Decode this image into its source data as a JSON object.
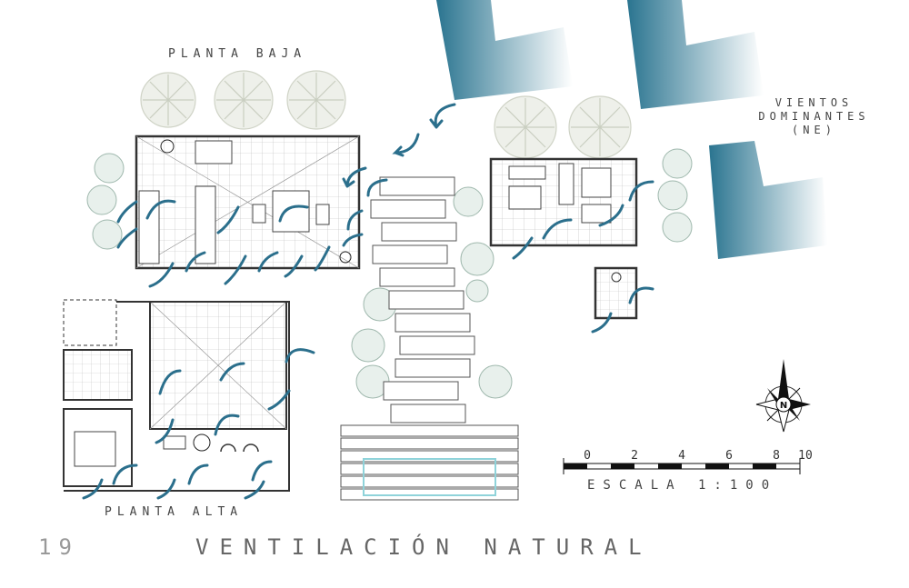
{
  "labels": {
    "planta_baja": "PLANTA BAJA",
    "planta_alta": "PLANTA ALTA",
    "vientos_line1": "VIENTOS",
    "vientos_line2": "DOMINANTES",
    "vientos_line3": "(NE)",
    "escala": "ESCALA 1:100",
    "page_number": "19",
    "title": "VENTILACIÓN NATURAL",
    "north": "N"
  },
  "scale_ticks": [
    "0",
    "2",
    "4",
    "6",
    "8",
    "10"
  ],
  "colors": {
    "arrow": "#2b6f8c",
    "wind_shape": "#1f6d8a",
    "plan_line": "#333333",
    "vegetation": "#c9cec0",
    "shrub": "#9fb8ad",
    "pool": "#8fd3da"
  }
}
